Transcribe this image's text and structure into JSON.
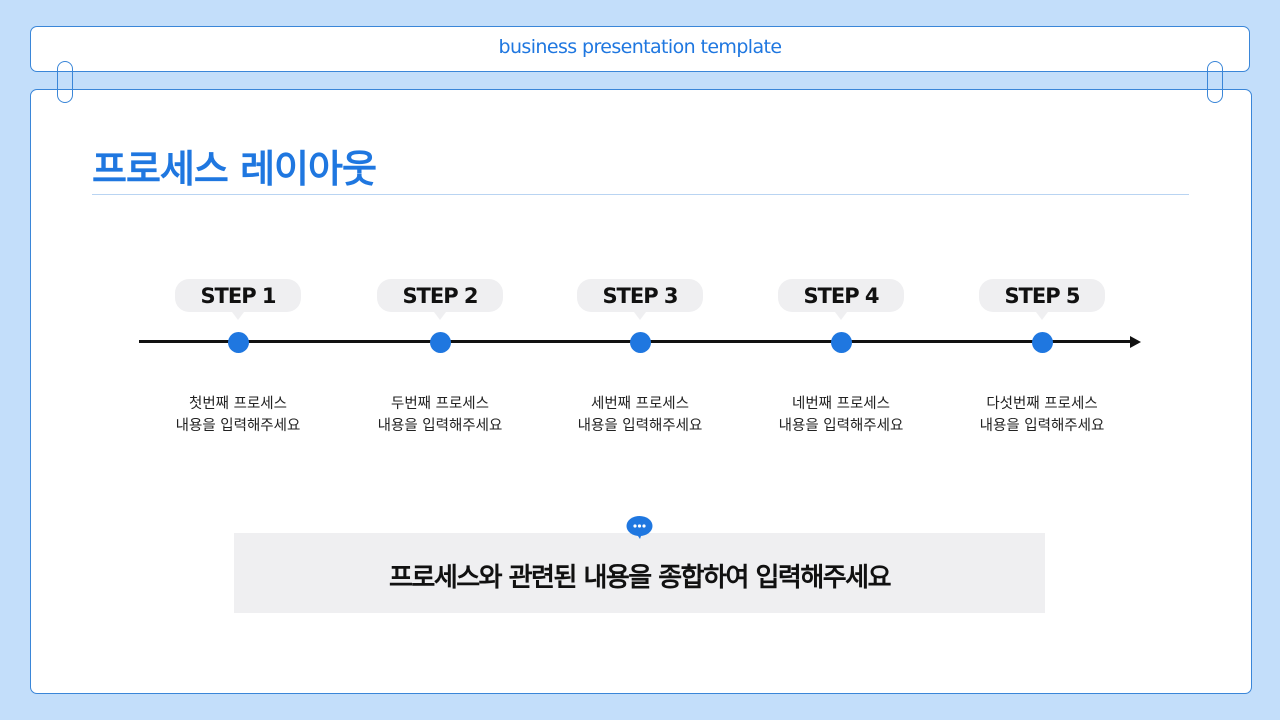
{
  "header": {
    "title": "business presentation template"
  },
  "slide": {
    "title": "프로세스 레이아웃",
    "steps": [
      {
        "label": "STEP 1",
        "line1": "첫번째 프로세스",
        "line2": "내용을 입력해주세요"
      },
      {
        "label": "STEP 2",
        "line1": "두번째 프로세스",
        "line2": "내용을 입력해주세요"
      },
      {
        "label": "STEP 3",
        "line1": "세번째 프로세스",
        "line2": "내용을 입력해주세요"
      },
      {
        "label": "STEP 4",
        "line1": "네번째 프로세스",
        "line2": "내용을 입력해주세요"
      },
      {
        "label": "STEP 5",
        "line1": "다섯번째 프로세스",
        "line2": "내용을 입력해주세요"
      }
    ],
    "summary": "프로세스와 관련된 내용을 종합하여 입력해주세요",
    "summary_icon": "chat-bubble-icon"
  },
  "colors": {
    "background": "#c3defa",
    "accent": "#1f77e0",
    "border": "#3a86d8",
    "badge": "#efeff1",
    "line": "#111111"
  }
}
